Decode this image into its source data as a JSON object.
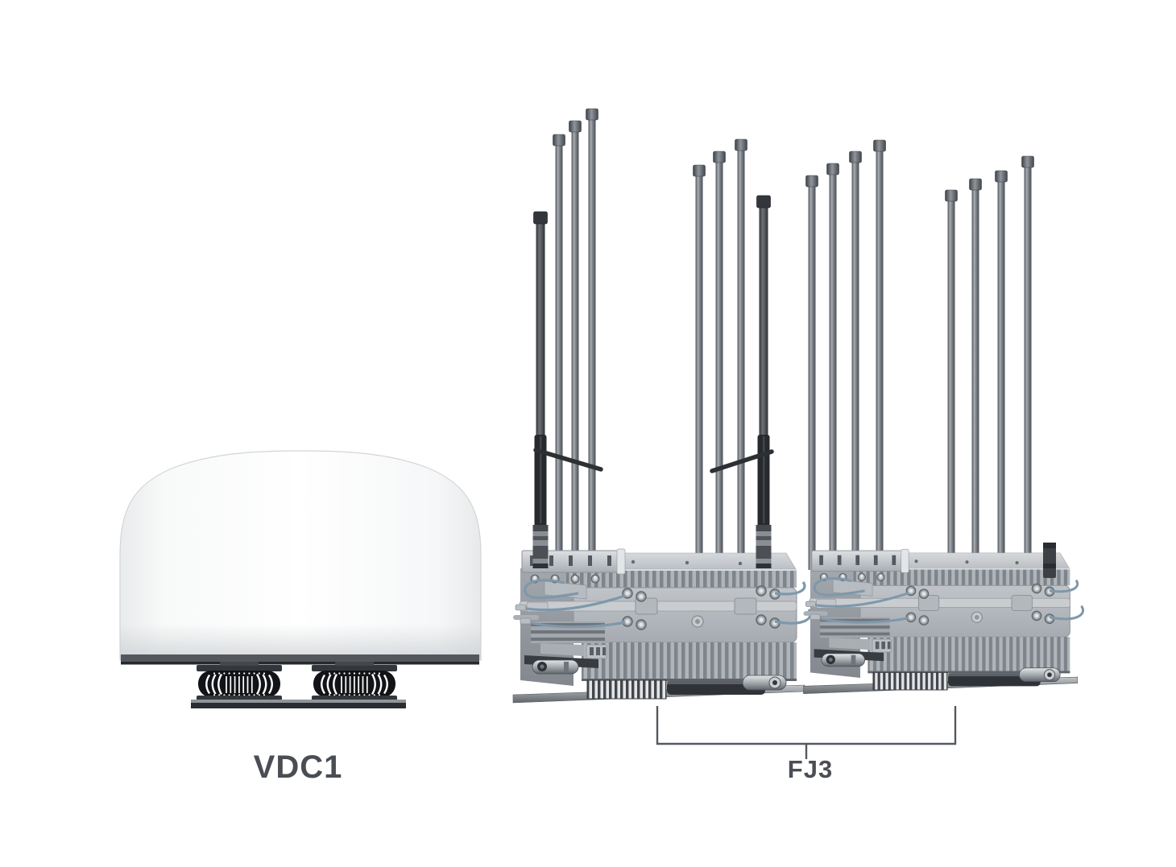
{
  "page": {
    "background": "#ffffff"
  },
  "labels": {
    "vdc1": "VDC1",
    "fj3": "FJ3"
  },
  "devices": [
    {
      "id": "vdc1",
      "label": "VDC1",
      "kind": "dome-radome-unit",
      "units": 1
    },
    {
      "id": "fj3",
      "label": "FJ3",
      "kind": "multi-antenna-rf-unit",
      "units": 2,
      "antennas_per_unit": 8
    }
  ],
  "colors": {
    "label_text": "#4a4e54",
    "bracket_line": "#55595e",
    "dome_fill": "#ffffff",
    "dome_rim": "#54585d",
    "device_body": "#b3b8bd",
    "fin_dark": "#7e848b",
    "antenna_rod": "#7b8086",
    "cable": "#7e98ab"
  }
}
